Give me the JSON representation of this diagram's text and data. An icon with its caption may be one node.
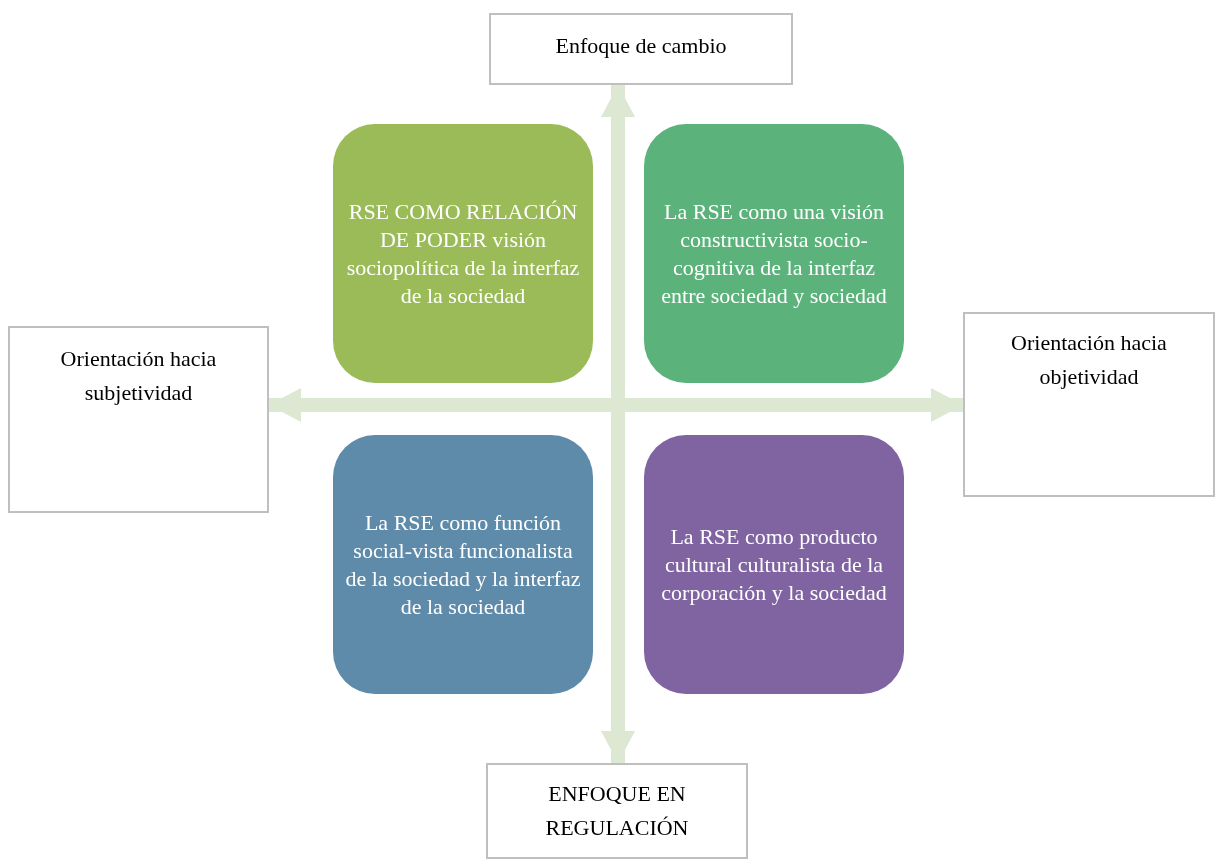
{
  "diagram": {
    "nodes": [
      {
        "text": [
          "Enfoque de cambio"
        ]
      },
      {
        "text": [
          "RSE COMO RELACIÓN DE PODER visión sociopolítica de la interfaz de la sociedad"
        ]
      },
      {
        "text": [
          "La RSE como una visión constructivista socio-cognitiva de la interfaz entre sociedad y sociedad"
        ]
      },
      {
        "text": [
          "Orientación hacia subjetividad"
        ]
      },
      {
        "text": [
          "Orientación hacia objetividad"
        ]
      },
      {
        "text": [
          "La RSE como función social-vista funcionalista de la sociedad y la interfaz de la sociedad"
        ]
      },
      {
        "text": [
          "La RSE como producto cultural culturalista de la corporación y la sociedad"
        ]
      },
      {
        "text": [
          "ENFOQUE EN REGULACIÓN"
        ]
      }
    ],
    "edges": [
      {
        "from": 0,
        "to": 7,
        "arrow": "both"
      },
      {
        "from": 3,
        "to": 4,
        "arrow": "both"
      }
    ]
  }
}
